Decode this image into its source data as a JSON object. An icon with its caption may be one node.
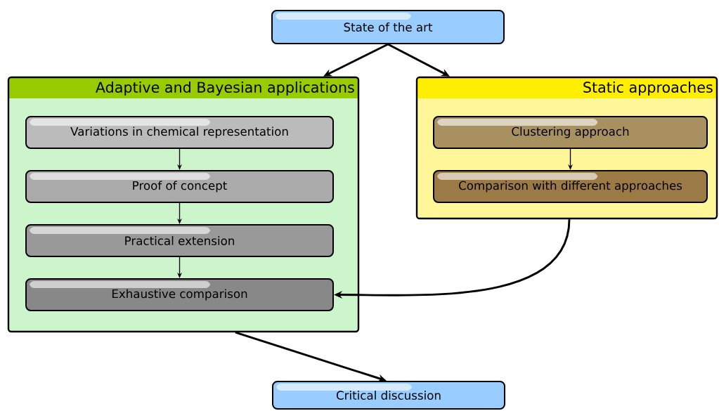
{
  "diagram": {
    "nodes": [
      {
        "text": [
          "State of the art"
        ]
      },
      {
        "text": [
          "Adaptive and Bayesian applications"
        ]
      },
      {
        "text": [
          "Variations in chemical representation"
        ],
        "in": 1
      },
      {
        "text": [
          "Proof of concept"
        ],
        "in": 1
      },
      {
        "text": [
          "Practical extension"
        ],
        "in": 1
      },
      {
        "text": [
          "Exhaustive comparison"
        ],
        "in": 1
      },
      {
        "text": [
          "Static approaches"
        ]
      },
      {
        "text": [
          "Clustering approach"
        ],
        "in": 6
      },
      {
        "text": [
          "Comparison with different approaches"
        ],
        "in": 6
      },
      {
        "text": [
          "Critical discussion"
        ]
      }
    ],
    "edges": [
      {
        "from": 0,
        "to": 1,
        "arrow": "to",
        "style": "thick"
      },
      {
        "from": 0,
        "to": 6,
        "arrow": "to",
        "style": "thick"
      },
      {
        "from": 2,
        "to": 3,
        "arrow": "to"
      },
      {
        "from": 3,
        "to": 4,
        "arrow": "to"
      },
      {
        "from": 4,
        "to": 5,
        "arrow": "to"
      },
      {
        "from": 7,
        "to": 8,
        "arrow": "to"
      },
      {
        "from": 6,
        "to": 5,
        "arrow": "to",
        "style": "thick"
      },
      {
        "from": 1,
        "to": 9,
        "arrow": "to",
        "style": "thick"
      }
    ]
  }
}
